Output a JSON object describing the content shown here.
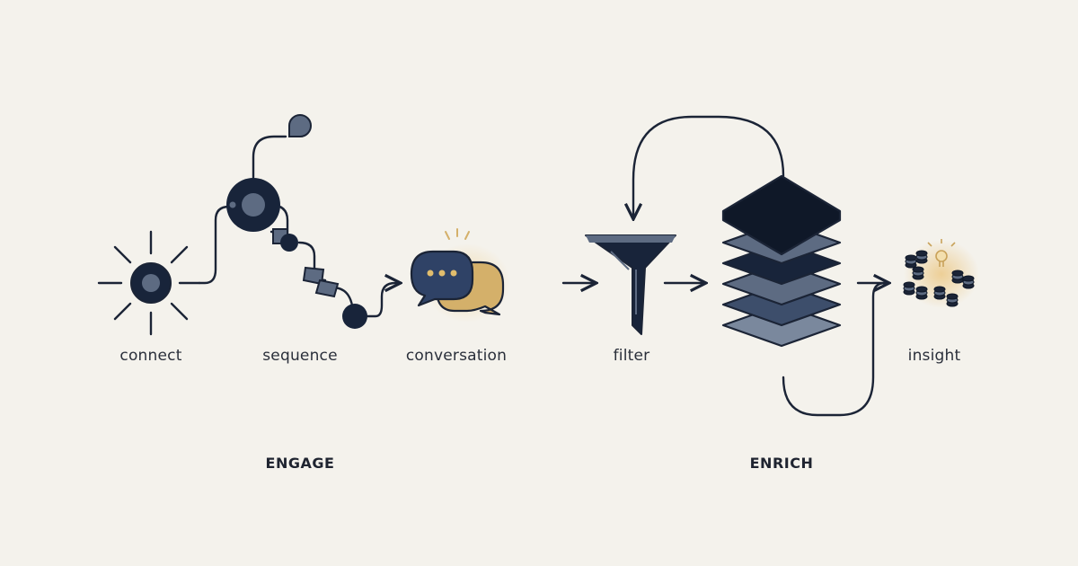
{
  "steps": {
    "connect": "connect",
    "sequence": "sequence",
    "conversation": "conversation",
    "filter": "filter",
    "insight": "insight"
  },
  "groups": {
    "engage": "ENGAGE",
    "enrich": "ENRICH"
  },
  "colors": {
    "background": "#f4f2ec",
    "ink": "#1b2436",
    "navy": "#18243a",
    "slate": "#5d6b82",
    "gold": "#d4b06a",
    "glow": "#f0d8a4"
  },
  "icons": [
    "sun-icon",
    "sequence-path-icon",
    "chat-bubbles-icon",
    "funnel-icon",
    "stacked-layers-icon",
    "lightbulb-icon",
    "coin-stacks-icon"
  ]
}
